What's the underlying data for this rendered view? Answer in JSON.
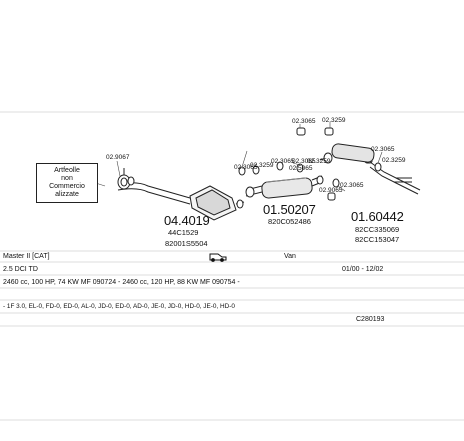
{
  "diagram": {
    "note": [
      "Artfeolle",
      "non",
      "Commercio alizzate"
    ],
    "small_codes": {
      "a": "02.9067",
      "b": "02.3065",
      "c": "02.3259",
      "d": "02.3065",
      "e": "02.3065",
      "f": "02.5065",
      "g": "02.3259",
      "h": "02.3259",
      "i": "02.3065",
      "j": "02.3065",
      "k": "02.3259",
      "l": "02.9065",
      "m": "02.3065"
    },
    "parts": {
      "p1": {
        "code": "04.4019",
        "sub1": "44C1529",
        "sub2": "82001S5504"
      },
      "p2": {
        "code": "01.50207",
        "sub1": "820C052486"
      },
      "p3": {
        "code": "01.60442",
        "sub1": "82CC335069",
        "sub2": "82CC153047"
      }
    }
  },
  "info": {
    "model": "Master II [CAT]",
    "body_type": "Van",
    "engine": "2.5 DCI TD",
    "date_range": "01/00 - 12/02",
    "spec_line": "2460 cc, 100 HP, 74 KW MF 090724 - 2460 cc, 120 HP, 88 KW MF 090754 -",
    "code_line": "- 1F 3.0, EL-0, FD-0, ED-0, AL-0, JD-0, ED-0, AD-0, JE-0, JD-0, HD-0, JE-0, HD-0",
    "ref_code": "C280193"
  }
}
